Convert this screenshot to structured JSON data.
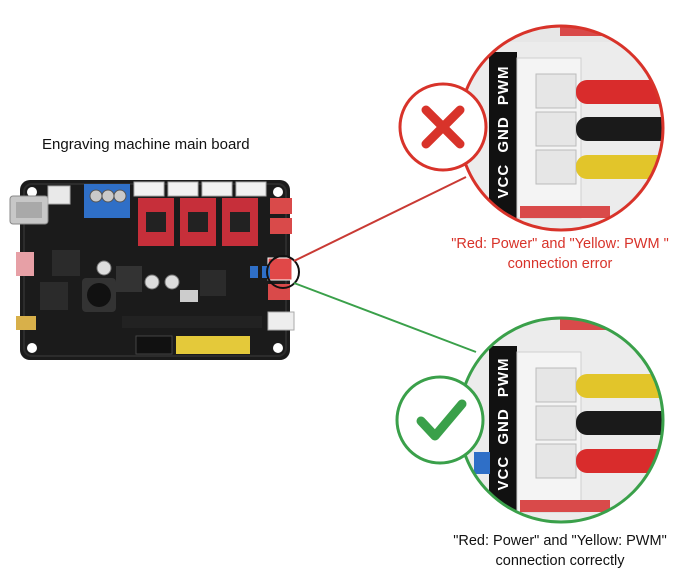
{
  "board": {
    "title": "Engraving machine main board"
  },
  "connector_label": {
    "vcc": "VCC",
    "gnd": "GND",
    "pwm": "PWM"
  },
  "wrong": {
    "caption_line1": "\"Red: Power\" and \"Yellow: PWM \"",
    "caption_line2": "connection error",
    "status_icon": "cross-icon",
    "wire_order_top_to_bottom": [
      "red",
      "black",
      "yellow"
    ],
    "color": "#d8332a"
  },
  "correct": {
    "caption_line1": "\"Red: Power\" and \"Yellow: PWM\"",
    "caption_line2": "connection correctly",
    "status_icon": "check-icon",
    "wire_order_top_to_bottom": [
      "yellow",
      "black",
      "red"
    ],
    "color": "#3aa04a"
  },
  "colors": {
    "error": "#d8332a",
    "success": "#3aa04a",
    "board": "#1a1a1a"
  }
}
